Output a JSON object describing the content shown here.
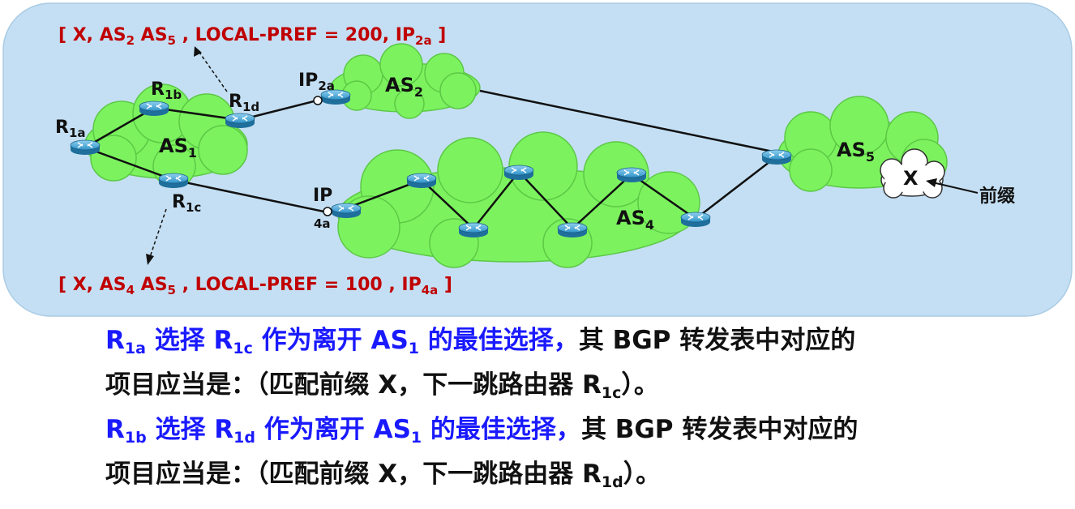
{
  "routes": {
    "top": [
      "[ X, AS",
      "2",
      " AS",
      "5",
      " , LOCAL-PREF = 200, IP",
      "2a",
      " ]"
    ],
    "bottom": [
      "[ X, AS",
      "4",
      " AS",
      "5",
      " , LOCAL-PREF = 100 , IP",
      "4a",
      " ]"
    ]
  },
  "routers": {
    "r1a": [
      "R",
      "1a"
    ],
    "r1b": [
      "R",
      "1b"
    ],
    "r1c": [
      "R",
      "1c"
    ],
    "r1d": [
      "R",
      "1d"
    ]
  },
  "ips": {
    "ip2a": [
      "IP",
      "2a"
    ],
    "ip4a": [
      "IP",
      "4a"
    ]
  },
  "as_labels": {
    "as1": [
      "AS",
      "1"
    ],
    "as2": [
      "AS",
      "2"
    ],
    "as4": [
      "AS",
      "4"
    ],
    "as5": [
      "AS",
      "5"
    ]
  },
  "prefix": {
    "x": "X",
    "label": "前缀"
  },
  "text": {
    "l1": [
      "R",
      "1a",
      " 选择 R",
      "1c",
      " 作为离开 AS",
      "1",
      " 的最佳选择，",
      "其 BGP 转发表中对应的"
    ],
    "l2": [
      "项目应当是：（匹配前缀 X，下一跳路由器 R",
      "1c",
      "）。"
    ],
    "l3": [
      "R",
      "1b",
      " 选择 R",
      "1d",
      " 作为离开 AS",
      "1",
      " 的最佳选择，",
      "其 BGP 转发表中对应的"
    ],
    "l4": [
      "项目应当是：（匹配前缀 X，下一跳路由器 R",
      "1d",
      "）。"
    ]
  },
  "colors": {
    "panel": "#c4dff3",
    "cloud": "#7cf35e",
    "router": "#2f93c8",
    "route_text": "#c00000",
    "highlight": "#1a1aff"
  }
}
